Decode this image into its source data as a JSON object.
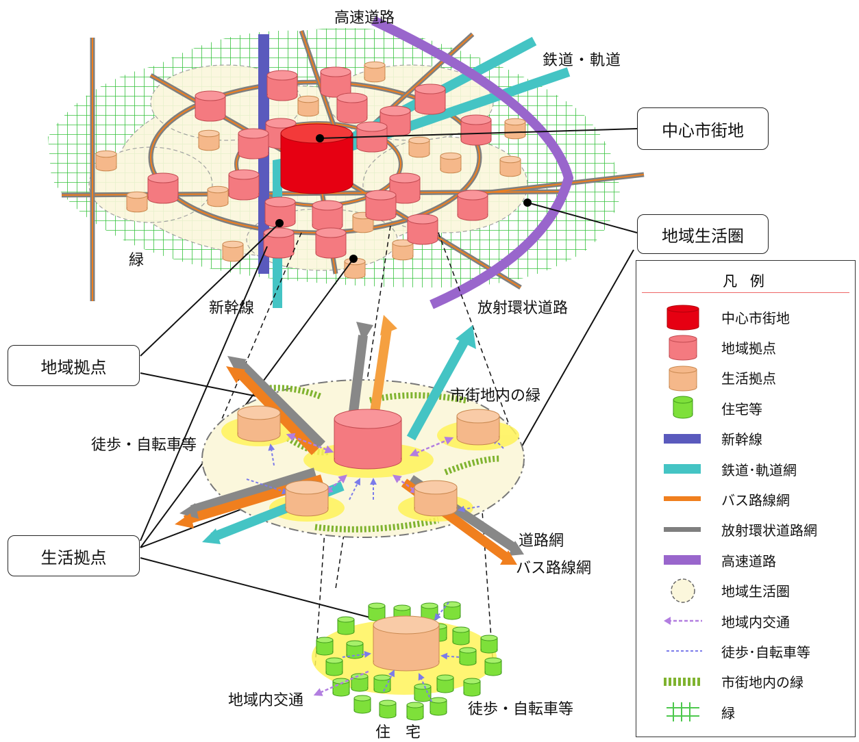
{
  "top_labels": {
    "expressway": "高速道路",
    "railway": "鉄道・軌道",
    "green": "緑",
    "shinkansen": "新幹線",
    "radial_ring_road": "放射環状道路"
  },
  "callouts": {
    "central_city": "中心市街地",
    "regional_living_area": "地域生活圏",
    "regional_base": "地域拠点",
    "living_base": "生活拠点"
  },
  "middle_labels": {
    "urban_green": "市街地内の緑",
    "walk_bike": "徒歩・自転車等",
    "road_network": "道路網",
    "bus_network": "バス路線網"
  },
  "bottom_labels": {
    "regional_transport": "地域内交通",
    "walk_bike": "徒歩・自転車等",
    "housing": "住　宅"
  },
  "legend": {
    "title": "凡 例",
    "items": [
      {
        "label": "中心市街地",
        "icon": "cylinder-icon",
        "color": "#e60012"
      },
      {
        "label": "地域拠点",
        "icon": "cylinder-icon",
        "color": "#f47a80"
      },
      {
        "label": "生活拠点",
        "icon": "cylinder-icon",
        "color": "#f5b88a"
      },
      {
        "label": "住宅等",
        "icon": "cylinder-icon",
        "color": "#7ee03a"
      },
      {
        "label": "新幹線",
        "icon": "bar-icon",
        "color": "#5a5abd"
      },
      {
        "label": "鉄道･軌道網",
        "icon": "bar-icon",
        "color": "#44c4c4"
      },
      {
        "label": "バス路線網",
        "icon": "line-icon",
        "color": "#f07f1e"
      },
      {
        "label": "放射環状道路網",
        "icon": "line-icon",
        "color": "#7f7f7f"
      },
      {
        "label": "高速道路",
        "icon": "bar-icon",
        "color": "#9966cc"
      },
      {
        "label": "地域生活圏",
        "icon": "circle-icon",
        "color": "#fbf7dc"
      },
      {
        "label": "地域内交通",
        "icon": "double-arrow-icon",
        "color": "#b27ee0"
      },
      {
        "label": "徒歩･自転車等",
        "icon": "arrow-icon",
        "color": "#7b7bea"
      },
      {
        "label": "市街地内の緑",
        "icon": "hatch-icon",
        "color": "#7fb32f"
      },
      {
        "label": "緑",
        "icon": "grid-icon",
        "color": "#4cc84c"
      }
    ]
  }
}
